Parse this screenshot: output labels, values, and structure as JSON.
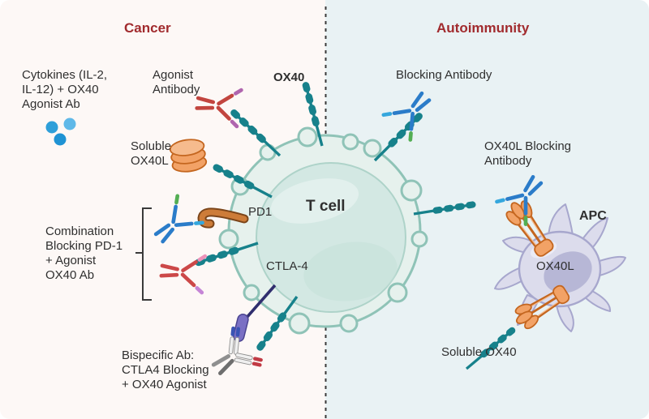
{
  "titles": {
    "cancer": "Cancer",
    "autoimmunity": "Autoimmunity"
  },
  "labels": {
    "cytokines": "Cytokines (IL-2,\nIL-12) + OX40\nAgonist Ab",
    "agonist_antibody": "Agonist\nAntibody",
    "ox40": "OX40",
    "soluble_ox40l": "Soluble\nOX40L",
    "pd1": "PD1",
    "combination": "Combination\nBlocking PD-1\n+ Agonist\nOX40 Ab",
    "ctla4": "CTLA-4",
    "bispecific": "Bispecific Ab:\nCTLA4 Blocking\n+ OX40 Agonist",
    "t_cell": "T cell",
    "blocking_antibody": "Blocking Antibody",
    "ox40l_blocking": "OX40L Blocking\nAntibody",
    "apc": "APC",
    "ox40l": "OX40L",
    "soluble_ox40": "Soluble OX40"
  },
  "colors": {
    "bg_left": "#fdf8f6",
    "bg_right": "#e9f2f4",
    "divider": "#3a3a3a",
    "title": "#a12b2e",
    "text": "#2f2f2f",
    "receptor": "#17818b",
    "tcell_fill": "#e6f1ed",
    "tcell_stroke": "#8fc3b7",
    "tcell_nucleus": "#d3e8e3",
    "tcell_nucleus_stroke": "#aed3c9",
    "apc_body": "#dcdcec",
    "apc_stroke": "#a7a7cd",
    "apc_nucleus": "#b7b7d6",
    "ox40l": "#f2a266",
    "ox40l_light": "#f6bb8d",
    "ox40l_dark": "#c4661f",
    "pd1": "#cd7c39",
    "pd1_dark": "#7c451a",
    "ctla4": "#7a70c4",
    "ctla4_dark": "#4a4390",
    "ctla4_stem": "#302e6e",
    "ab_red": "#c2453f",
    "ab_red_tip": "#b065ae",
    "ab_red2": "#cc4848",
    "ab_red2_tip1": "#ed92b9",
    "ab_red2_tip2": "#c585d6",
    "ab_blue": "#2b7cc9",
    "ab_green_tip": "#53ae53",
    "ab_lightblue_tip": "#35a7dd",
    "bis_gray1": "#8f8f8f",
    "bis_gray2": "#6e6e6e",
    "bis_white": "#efefef",
    "bis_blue": "#3a53b4",
    "bis_red": "#c13a44",
    "bracket": "#3a3a3a",
    "cyto1": "#2e9fd9",
    "cyto2": "#5fb8e8",
    "cyto3": "#1f93d4"
  }
}
